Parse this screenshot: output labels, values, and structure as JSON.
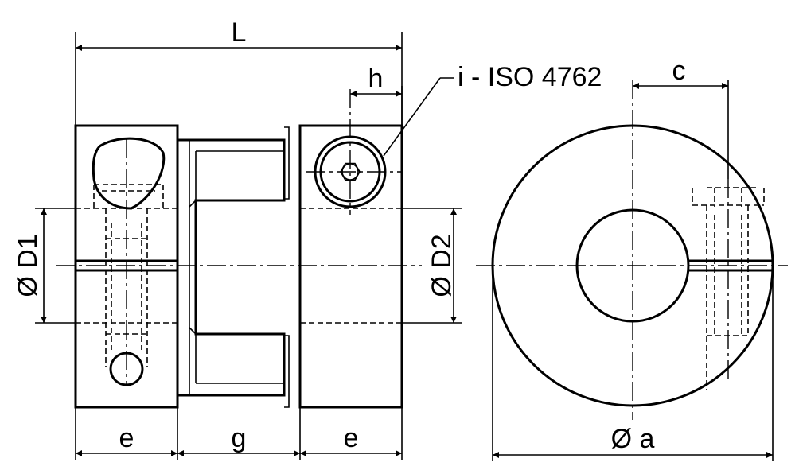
{
  "labels": {
    "L": "L",
    "h": "h",
    "screw": "i - ISO 4762",
    "c": "c",
    "d1": "Ø D1",
    "d2": "Ø D2",
    "e_left": "e",
    "g": "g",
    "e_right": "e",
    "a": "Ø a"
  }
}
